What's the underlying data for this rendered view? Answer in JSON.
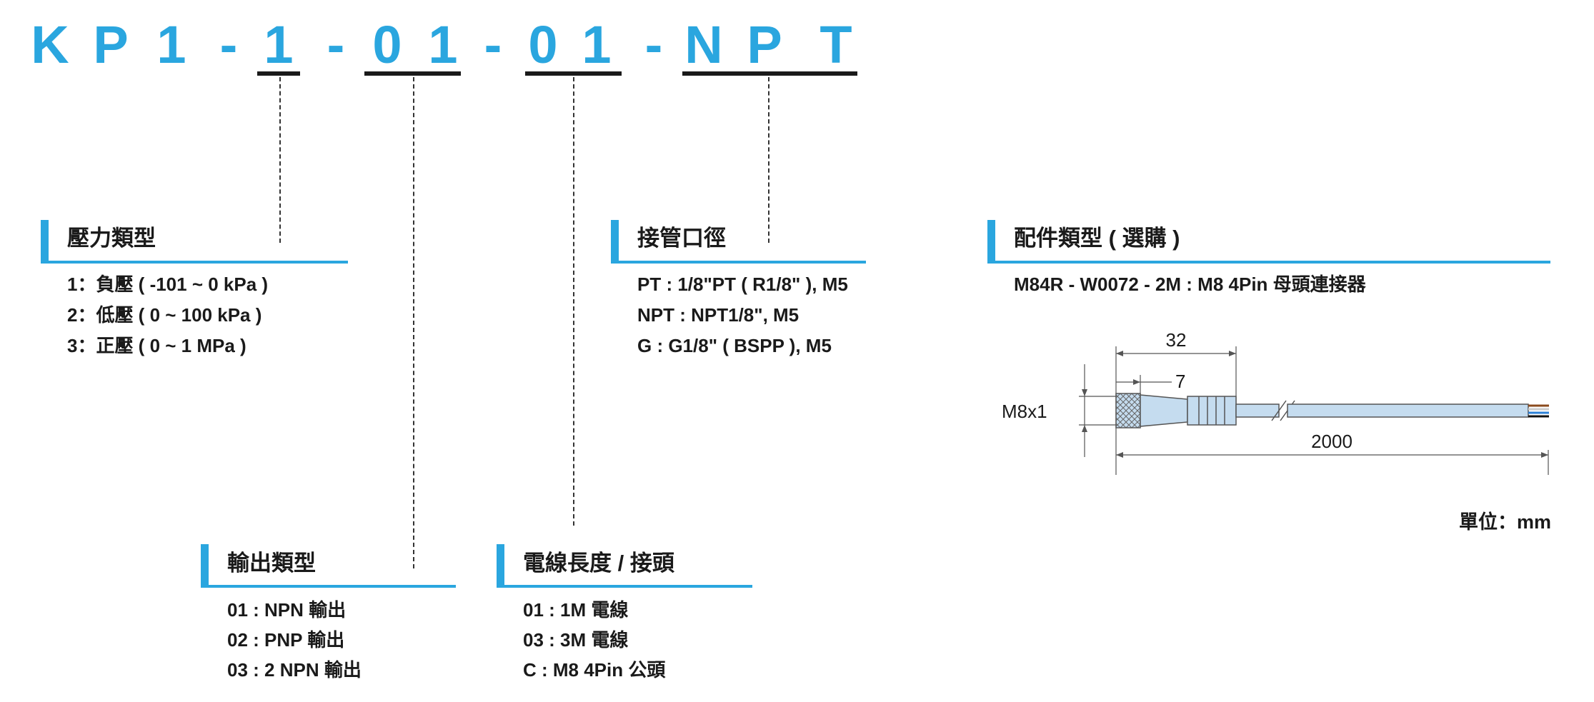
{
  "model_code": {
    "chars": [
      "K",
      "P",
      "1",
      "-",
      "1",
      "-",
      "0",
      "1",
      "-",
      "0",
      "1",
      "-",
      "N",
      "P",
      "T"
    ],
    "color": "#2aa6df"
  },
  "sections": {
    "pressure_type": {
      "title": "壓力類型",
      "options": [
        "1：負壓 ( -101 ~ 0 kPa )",
        "2：低壓 ( 0 ~ 100 kPa )",
        "3：正壓 ( 0 ~ 1 MPa )"
      ]
    },
    "output_type": {
      "title": "輸出類型",
      "options": [
        "01 : NPN 輸出",
        "02 : PNP 輸出",
        "03 : 2 NPN 輸出"
      ]
    },
    "cable_length": {
      "title": "電線長度 / 接頭",
      "options": [
        "01 : 1M 電線",
        "03 : 3M 電線",
        "C : M8 4Pin 公頭"
      ]
    },
    "port_size": {
      "title": "接管口徑",
      "options": [
        "PT : 1/8\"PT ( R1/8\" ), M5",
        "NPT : NPT1/8\", M5",
        "G : G1/8\" ( BSPP ), M5"
      ]
    },
    "accessory": {
      "title": "配件類型 ( 選購 )",
      "options": [
        "M84R - W0072 - 2M : M8 4Pin 母頭連接器"
      ]
    }
  },
  "drawing": {
    "dim_total_head": "32",
    "dim_knurl": "7",
    "dim_thread": "M8x1",
    "dim_cable": "2000"
  },
  "unit_label": "單位：mm",
  "colors": {
    "accent": "#2aa6df",
    "connector_body": "#c5dcef",
    "text": "#1a1a1a"
  }
}
